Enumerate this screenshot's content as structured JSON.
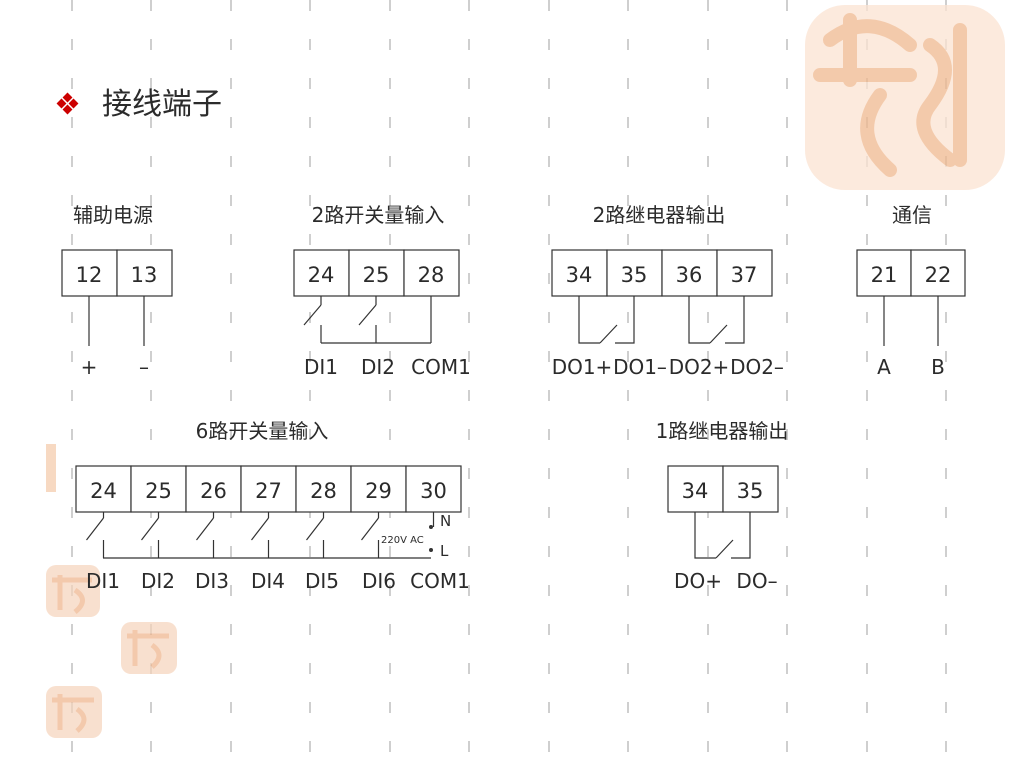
{
  "slide": {
    "bullet_color": "#cc0000",
    "title": "接线端子",
    "watermark_color": "#f3c9a8"
  },
  "blocks": {
    "aux_power": {
      "title": "辅助电源",
      "terminals": [
        "12",
        "13"
      ],
      "labels": [
        "+",
        "–"
      ]
    },
    "input2": {
      "title": "2路开关量输入",
      "terminals": [
        "24",
        "25",
        "28"
      ],
      "labels": [
        "DI1",
        "DI2",
        "COM1"
      ]
    },
    "relay2": {
      "title": "2路继电器输出",
      "terminals": [
        "34",
        "35",
        "36",
        "37"
      ],
      "labels": [
        "DO1+",
        "DO1–",
        "DO2+",
        "DO2–"
      ]
    },
    "comm": {
      "title": "通信",
      "terminals": [
        "21",
        "22"
      ],
      "labels": [
        "A",
        "B"
      ]
    },
    "input6": {
      "title": "6路开关量输入",
      "terminals": [
        "24",
        "25",
        "26",
        "27",
        "28",
        "29",
        "30"
      ],
      "labels": [
        "DI1",
        "DI2",
        "DI3",
        "DI4",
        "DI5",
        "DI6",
        "COM1"
      ],
      "supply_label": "220V AC",
      "n_label": "N",
      "l_label": "L"
    },
    "relay1": {
      "title": "1路继电器输出",
      "terminals": [
        "34",
        "35"
      ],
      "labels": [
        "DO+",
        "DO–"
      ]
    }
  }
}
